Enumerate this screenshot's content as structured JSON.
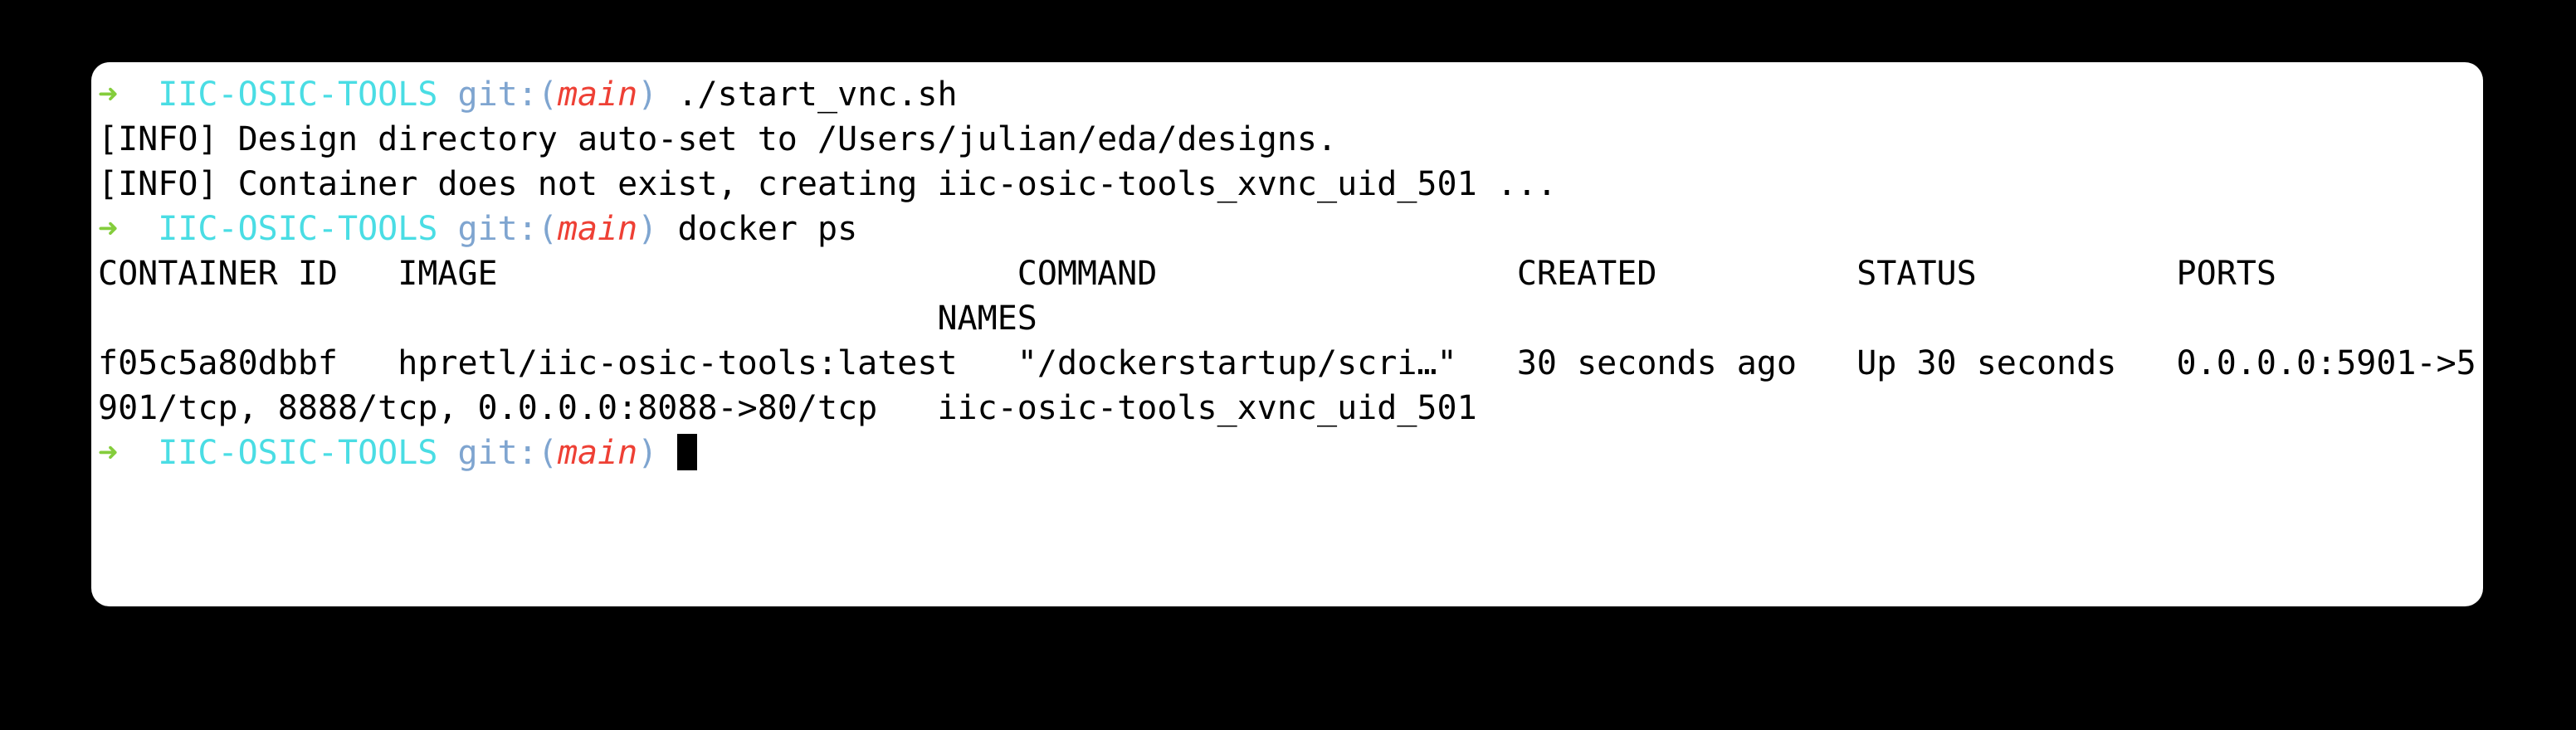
{
  "palette": {
    "desktop_bg": "#000000",
    "window_bg": "#ffffff",
    "default": "#000000",
    "green": "#84cd3c",
    "cyan": "#4adde4",
    "blue": "#7fa5d0",
    "red": "#ee4035",
    "cursor": "#000000"
  },
  "terminal": {
    "prompt": {
      "arrow": "➜",
      "directory": "IIC-OSic-TOOLS",
      "git_prefix": "git:(",
      "git_branch": "main",
      "git_suffix": ")"
    },
    "commands": [
      "./start_vnc.sh",
      "docker ps"
    ],
    "docker_table": {
      "headers": [
        "CONTAINER ID",
        "IMAGE",
        "COMMAND",
        "CREATED",
        "STATUS",
        "PORTS",
        "NAMES"
      ],
      "rows": [
        {
          "container_id": "f05c5a80dbbf",
          "image": "hpretl/iic-osic-tools:latest",
          "command": "\"/dockerstartup/scri…\"",
          "created": "30 seconds ago",
          "status": "Up 30 seconds",
          "ports": "0.0.0.0:5901->5901/tcp, 8888/tcp, 0.0.0.0:8088->80/tcp",
          "names": "iic-osic-tools_xvnc_uid_501"
        }
      ]
    },
    "lines": [
      {
        "name": "prompt-line-start-vnc",
        "segments": [
          {
            "text": "➜",
            "color": "green"
          },
          {
            "text": "  ",
            "color": "default"
          },
          {
            "text": "IIC-OSIC-TOOLS",
            "color": "cyan"
          },
          {
            "text": " ",
            "color": "default"
          },
          {
            "text": "git:(",
            "color": "blue"
          },
          {
            "text": "main",
            "color": "red",
            "italic": true
          },
          {
            "text": ")",
            "color": "blue"
          },
          {
            "text": " ./start_vnc.sh",
            "color": "default"
          }
        ]
      },
      {
        "name": "info-line-design-dir",
        "segments": [
          {
            "text": "[INFO] Design directory auto-set to /Users/julian/eda/designs.",
            "color": "default"
          }
        ]
      },
      {
        "name": "info-line-container-create",
        "segments": [
          {
            "text": "[INFO] Container does not exist, creating iic-osic-tools_xvnc_uid_501 ...",
            "color": "default"
          }
        ]
      },
      {
        "name": "prompt-line-docker-ps",
        "segments": [
          {
            "text": "➜",
            "color": "green"
          },
          {
            "text": "  ",
            "color": "default"
          },
          {
            "text": "IIC-OSIC-TOOLS",
            "color": "cyan"
          },
          {
            "text": " ",
            "color": "default"
          },
          {
            "text": "git:(",
            "color": "blue"
          },
          {
            "text": "main",
            "color": "red",
            "italic": true
          },
          {
            "text": ")",
            "color": "blue"
          },
          {
            "text": " docker ps",
            "color": "default"
          }
        ]
      },
      {
        "name": "docker-ps-header-row",
        "segments": [
          {
            "text": "CONTAINER ID   IMAGE                          COMMAND                  CREATED          STATUS          PORTS",
            "color": "default"
          }
        ]
      },
      {
        "name": "docker-ps-header-row-wrap",
        "segments": [
          {
            "text": "                                          NAMES",
            "color": "default"
          }
        ]
      },
      {
        "name": "docker-ps-data-row",
        "segments": [
          {
            "text": "f05c5a80dbbf   hpretl/iic-osic-tools:latest   \"/dockerstartup/scri…\"   30 seconds ago   Up 30 seconds   0.0.0.0:5901->5",
            "color": "default"
          }
        ]
      },
      {
        "name": "docker-ps-data-row-wrap",
        "segments": [
          {
            "text": "901/tcp, 8888/tcp, 0.0.0.0:8088->80/tcp   iic-osic-tools_xvnc_uid_501",
            "color": "default"
          }
        ]
      },
      {
        "name": "prompt-line-current",
        "cursor": true,
        "segments": [
          {
            "text": "➜",
            "color": "green"
          },
          {
            "text": "  ",
            "color": "default"
          },
          {
            "text": "IIC-OSIC-TOOLS",
            "color": "cyan"
          },
          {
            "text": " ",
            "color": "default"
          },
          {
            "text": "git:(",
            "color": "blue"
          },
          {
            "text": "main",
            "color": "red",
            "italic": true
          },
          {
            "text": ")",
            "color": "blue"
          },
          {
            "text": " ",
            "color": "default"
          }
        ]
      }
    ]
  }
}
